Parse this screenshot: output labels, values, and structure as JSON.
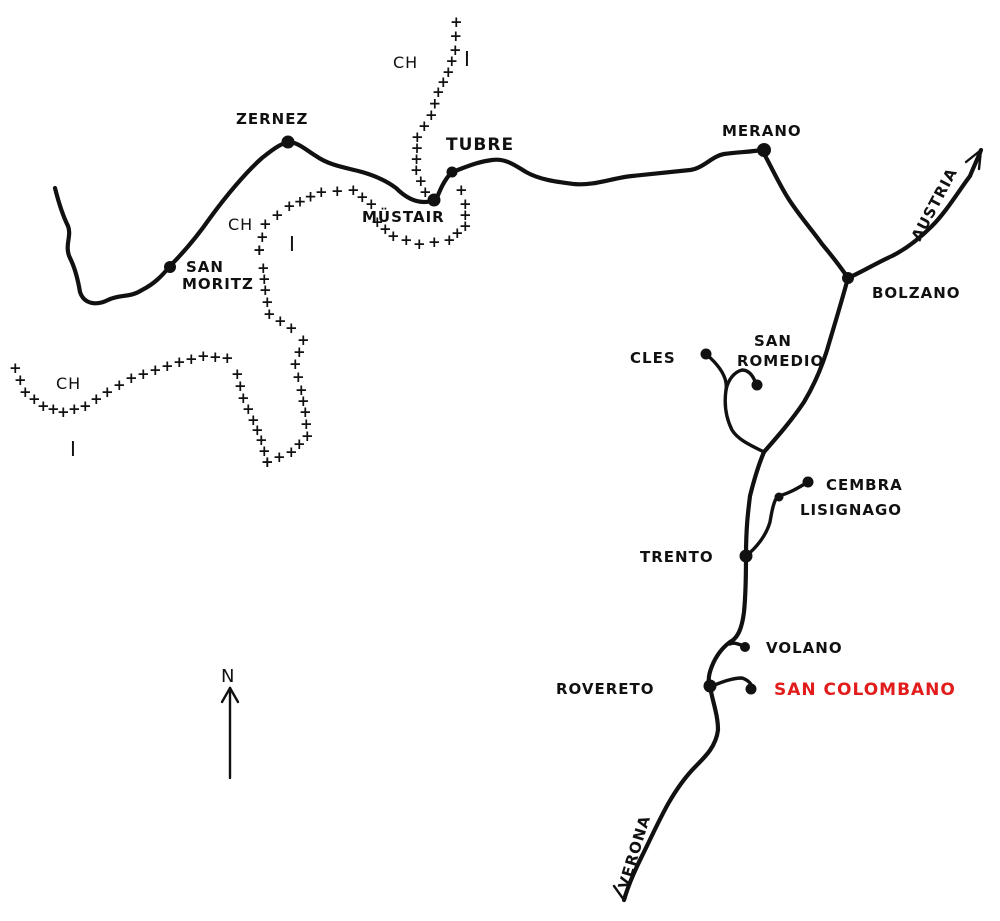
{
  "map": {
    "places": {
      "zernez": "ZERNEZ",
      "tubre": "TUBRE",
      "merano": "MERANO",
      "san_moritz_line1": "SAN",
      "san_moritz_line2": "MORITZ",
      "mustair": "MÜSTAIR",
      "bolzano": "BOLZANO",
      "cles": "CLES",
      "san_romedio_line1": "SAN",
      "san_romedio_line2": "ROMEDIO",
      "cembra": "CEMBRA",
      "lisignago": "LISIGNAGO",
      "trento": "TRENTO",
      "volano": "VOLANO",
      "rovereto": "ROVERETO",
      "san_colombano": "SAN COLOMBANO"
    },
    "countries": {
      "ch": "CH",
      "i": "I"
    },
    "directions": {
      "austria": "AUSTRIA",
      "verona": "VERONA"
    },
    "compass": "N",
    "colors": {
      "ink": "#111111",
      "highlight": "#e21b1b",
      "background": "#ffffff"
    }
  }
}
